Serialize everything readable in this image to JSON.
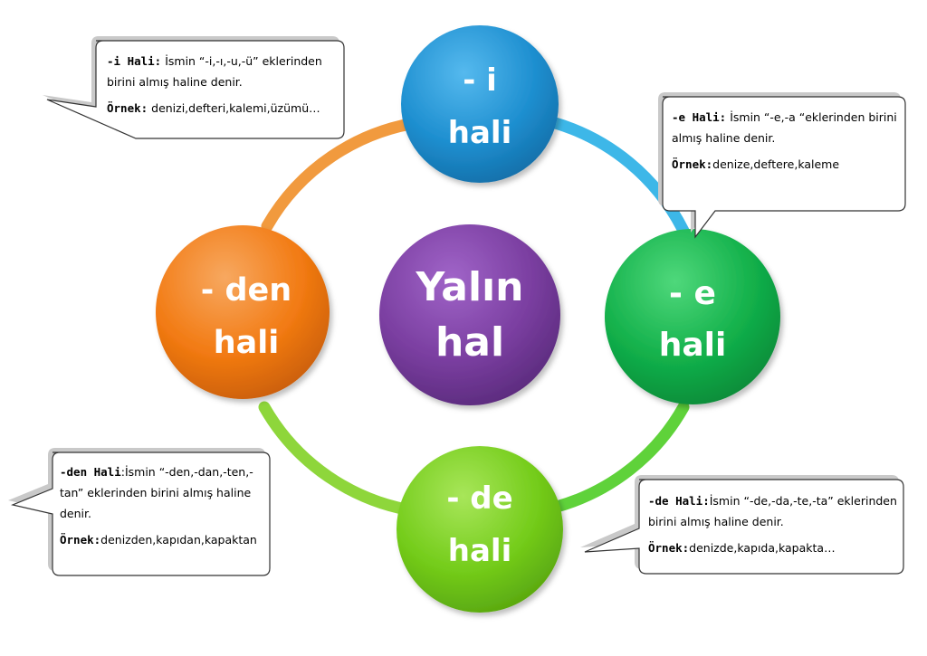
{
  "center": {
    "line1": "Yalın",
    "line2": "hal",
    "color": "#7a3ea0"
  },
  "nodes": {
    "i": {
      "line1": "- i",
      "line2": "hali",
      "color": "#1e8fd0"
    },
    "e": {
      "line1": "- e",
      "line2": "hali",
      "color": "#12b04a"
    },
    "de": {
      "line1": "- de",
      "line2": "hali",
      "color": "#74cc1a"
    },
    "den": {
      "line1": "- den",
      "line2": "hali",
      "color": "#f27a12"
    }
  },
  "ring_colors": {
    "top_left": "#f19a3e",
    "top_right": "#3db7e8",
    "bottom_right": "#5fd23a",
    "bottom_left": "#8ed63b"
  },
  "callouts": {
    "i": {
      "label": "-i Hali:",
      "text": " İsmin “-i,-ı,-u,-ü” eklerinden birini almış haline denir.",
      "example_label": "Örnek:",
      "example": " denizi,defteri,kalemi,üzümü…"
    },
    "e": {
      "label": "-e Hali:",
      "text": " İsmin “-e,-a “eklerinden birini almış haline denir.",
      "example_label": "Örnek:",
      "example": "denize,deftere,kaleme"
    },
    "den": {
      "label": "-den Hali",
      "text": ":İsmin “-den,-dan,-ten,-tan” eklerinden birini almış haline denir.",
      "example_label": "Örnek:",
      "example": "denizden,kapıdan,kapaktan"
    },
    "de": {
      "label": "-de Hali:",
      "text": "İsmin “-de,-da,-te,-ta” eklerinden birini almış haline denir.",
      "example_label": "Örnek:",
      "example": "denizde,kapıda,kapakta…"
    }
  }
}
